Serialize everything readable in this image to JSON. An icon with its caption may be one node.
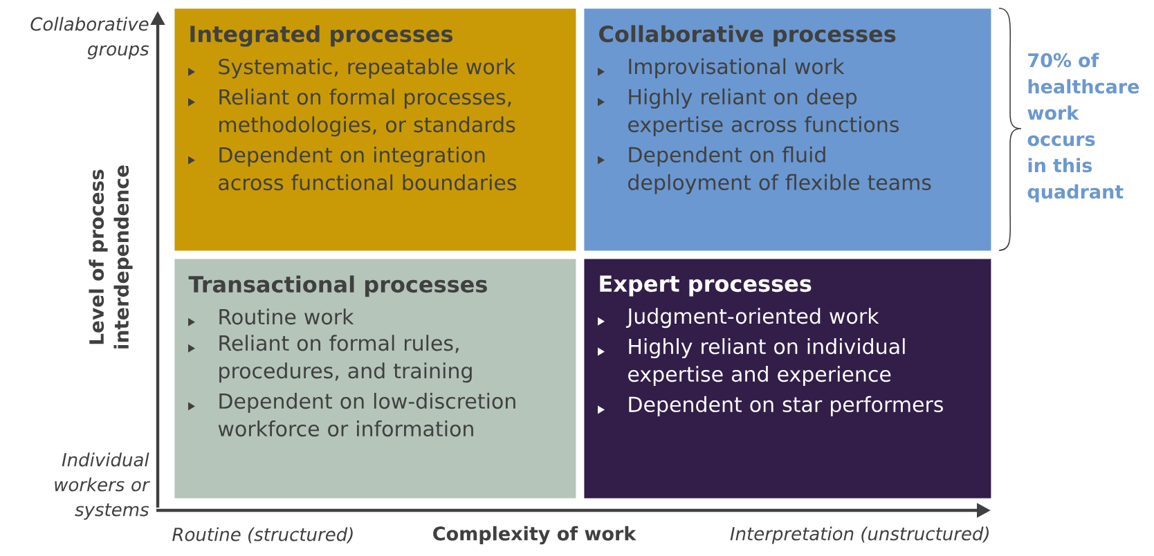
{
  "diagram": {
    "nodes": [
      {
        "text": [
          "Integrated processes",
          "Systematic, repeatable work",
          "Reliant on formal processes, methodologies, or standards",
          "Dependent on integration across functional boundaries"
        ]
      },
      {
        "text": [
          "Collaborative processes",
          "Improvisational work",
          "Highly reliant on deep expertise across functions",
          "Dependent on fluid deployment of flexible teams"
        ]
      },
      {
        "text": [
          "Transactional processes",
          "Routine work",
          "Reliant on formal rules, procedures, and training",
          "Dependent on low-discretion workforce or information"
        ]
      },
      {
        "text": [
          "Expert processes",
          "Judgment-oriented work",
          "Highly reliant on individual expertise and experience",
          "Dependent on star performers"
        ]
      }
    ],
    "labels": [
      "Collaborative groups",
      "Individual workers or systems",
      "Level of process interdependence",
      "70% of healthcare work occurs in this quadrant",
      "Routine (structured)",
      "Complexity of work",
      "Interpretation (unstructured)"
    ]
  }
}
